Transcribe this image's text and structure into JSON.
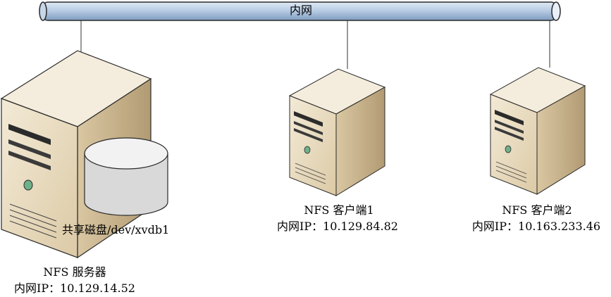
{
  "network": {
    "label": "内网"
  },
  "server": {
    "title": "NFS 服务器",
    "ip_line": "内网IP：10.129.14.52",
    "disk_label": "共享磁盘/dev/xvdb1"
  },
  "clients": [
    {
      "title": "NFS 客户端1",
      "ip_line": "内网IP：10.129.84.82"
    },
    {
      "title": "NFS 客户端2",
      "ip_line": "内网IP：10.163.233.46"
    }
  ],
  "colors": {
    "bus_fill": "#b9cde5",
    "bus_stroke": "#2a2a2a",
    "case_front": "#e9dcc3",
    "case_side": "#c9b48e",
    "case_top": "#f4ecdc",
    "disk_fill": "#dcdcdc",
    "led": "#6fb08a"
  }
}
